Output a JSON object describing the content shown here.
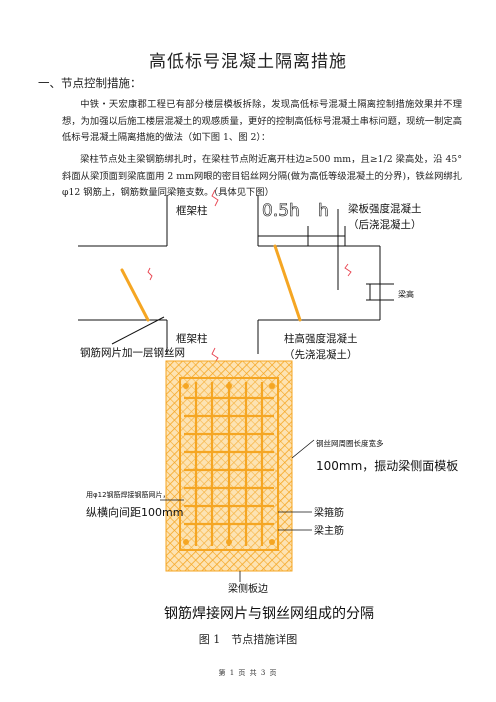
{
  "title": "高低标号混凝土隔离措施",
  "section_heading": "一、节点控制措施：",
  "paragraph_1": "中铁・天宏康郡工程已有部分楼层模板拆除，发现高低标号混凝土隔离控制措施效果并不理想，为加强以后施工楼层混凝土的观感质量，更好的控制高低标号混凝土串标问题，现统一制定高低标号混凝土隔离措施的做法（如下图 1、图 2）：",
  "paragraph_2": "梁柱节点处主梁钢筋绑扎时，在梁柱节点附近离开柱边≥500 mm，且≥1/2 梁高处，沿 45° 斜面从梁顶面到梁底面用 2 mm网眼的密目铝丝网分隔(做为高低等级混凝土的分界)，铁丝网绑扎φ12 钢筋上，钢筋数量同梁箍支数。（具体见下图）",
  "figure": {
    "top_label_column": "框架柱",
    "dim_half_h": "0.5h",
    "dim_h": "h",
    "label_low_grade_line1": "梁板强度混凝土",
    "label_low_grade_line2": "（后浇混凝土）",
    "label_beam_height": "梁高",
    "bottom_label_column": "框架柱",
    "label_high_grade_line1": "柱高强度混凝土",
    "label_high_grade_line2": "（先浇混凝土）",
    "label_mesh": "钢筋网片加一层钢丝网",
    "label_wire_mesh_line1": "钢丝网周圈长度宽多",
    "label_wire_mesh_line2": "100mm，振动梁侧面模板",
    "label_rebar_line1": "用φ12钢筋焊接钢筋网片，",
    "label_rebar_line2": "纵横向间距100mm",
    "label_stirrup": "梁箍筋",
    "label_main_bar": "梁主筋",
    "label_formwork": "梁侧板边",
    "subtitle": "钢筋焊接网片与钢丝网组成的分隔"
  },
  "caption": "图 1　节点措施详图",
  "footer": "第 1 页 共 3 页",
  "colors": {
    "mesh_orange": "#f5a623",
    "line_black": "#111111",
    "break_red": "#e8434f"
  }
}
